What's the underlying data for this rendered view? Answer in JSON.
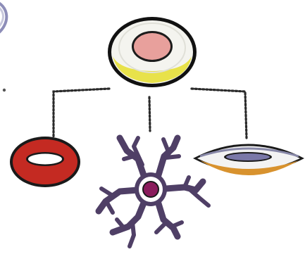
{
  "figure": {
    "parent_cell": "stem-cell",
    "children": [
      "red-blood-cell",
      "nerve-cell",
      "spindle-cell"
    ],
    "partial_elements": [
      "partial-cell-left-edge"
    ],
    "colors": {
      "outline": "#1c1c1c",
      "parent_body": "#f4f4ef",
      "parent_nucleus": "#e8a09c",
      "parent_cytoplasm_band": "#e8e24a",
      "red_cell_body": "#c42a22",
      "nerve_cell_body": "#4f3f66",
      "nerve_cell_nucleus": "#8a1c5c",
      "spindle_outer": "#d8922e",
      "spindle_inner": "#7a78a8",
      "connector": "#2a2a2a",
      "partial_cell": "#8d8db8"
    }
  }
}
